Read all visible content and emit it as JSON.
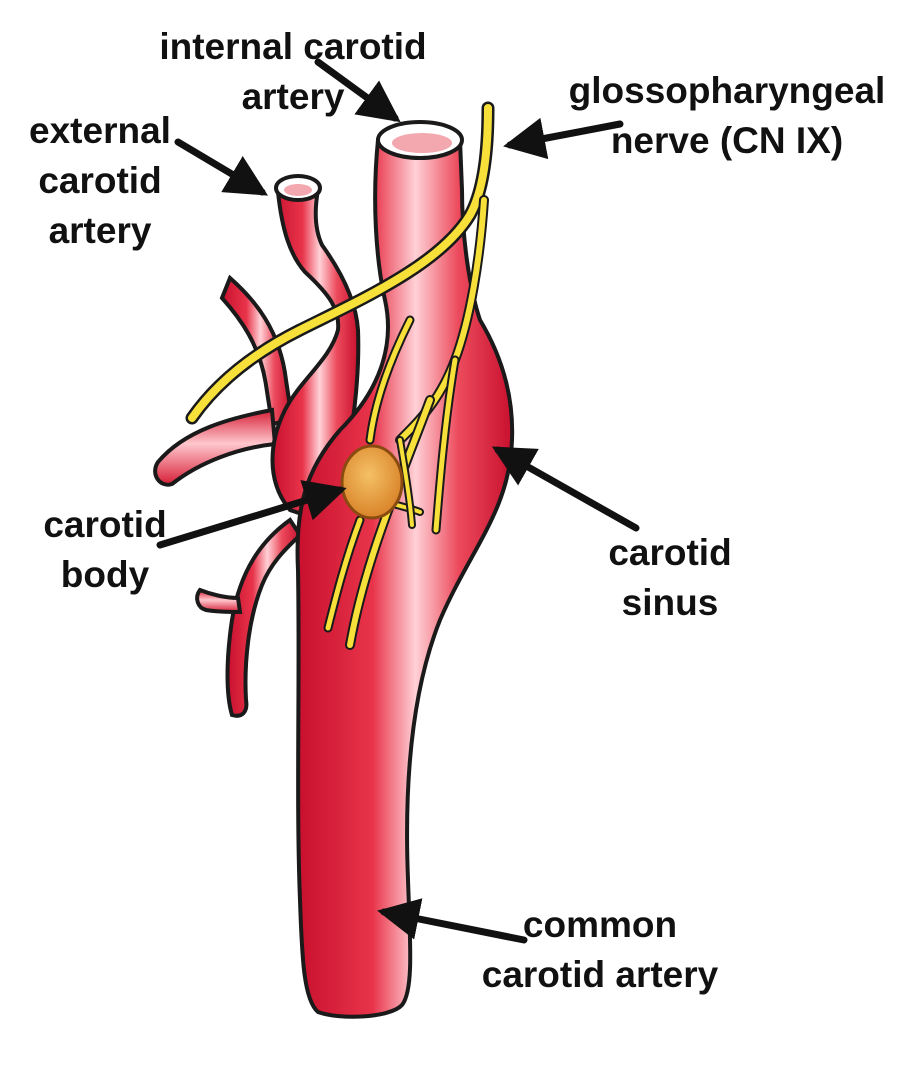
{
  "labels": {
    "internal_carotid": {
      "line1": "internal carotid",
      "line2": "artery"
    },
    "external_carotid": {
      "line1": "external",
      "line2": "carotid",
      "line3": "artery"
    },
    "glossopharyngeal": {
      "line1": "glossopharyngeal",
      "line2": "nerve (CN IX)"
    },
    "carotid_body": {
      "line1": "carotid",
      "line2": "body"
    },
    "carotid_sinus": {
      "line1": "carotid",
      "line2": "sinus"
    },
    "common_carotid": {
      "line1": "common",
      "line2": "carotid artery"
    }
  },
  "colors": {
    "artery": "#e8344a",
    "artery_highlight": "#ffd9dc",
    "artery_outline": "#1a1a1a",
    "lumen": "#f3a7ae",
    "nerve": "#f7e03a",
    "carotid_body": "#e9a23c",
    "arrow": "#111111",
    "text": "#111111"
  }
}
